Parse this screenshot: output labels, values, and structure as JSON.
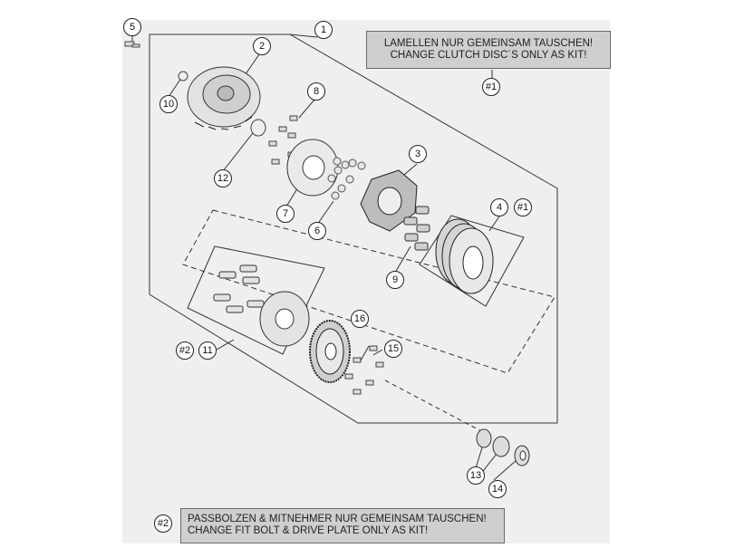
{
  "notes": {
    "kit1": {
      "line1": "LAMELLEN NUR GEMEINSAM TAUSCHEN!",
      "line2": "CHANGE CLUTCH DISC´S ONLY AS KIT!"
    },
    "kit2": {
      "line1": "PASSBOLZEN & MITNEHMER NUR GEMEINSAM TAUSCHEN!",
      "line2": "CHANGE FIT BOLT & DRIVE PLATE ONLY AS KIT!"
    }
  },
  "callouts": {
    "p1": "1",
    "p2": "2",
    "p3": "3",
    "p4": "4",
    "p5": "5",
    "p6": "6",
    "p7": "7",
    "p8": "8",
    "p9": "9",
    "p10": "10",
    "p11": "11",
    "p12": "12",
    "p13": "13",
    "p14": "14",
    "p15": "15",
    "p16": "16",
    "kit_ref_a": "#1",
    "kit_ref_b": "#1",
    "kit_ref_c": "#2",
    "kit_ref_d": "#2"
  }
}
